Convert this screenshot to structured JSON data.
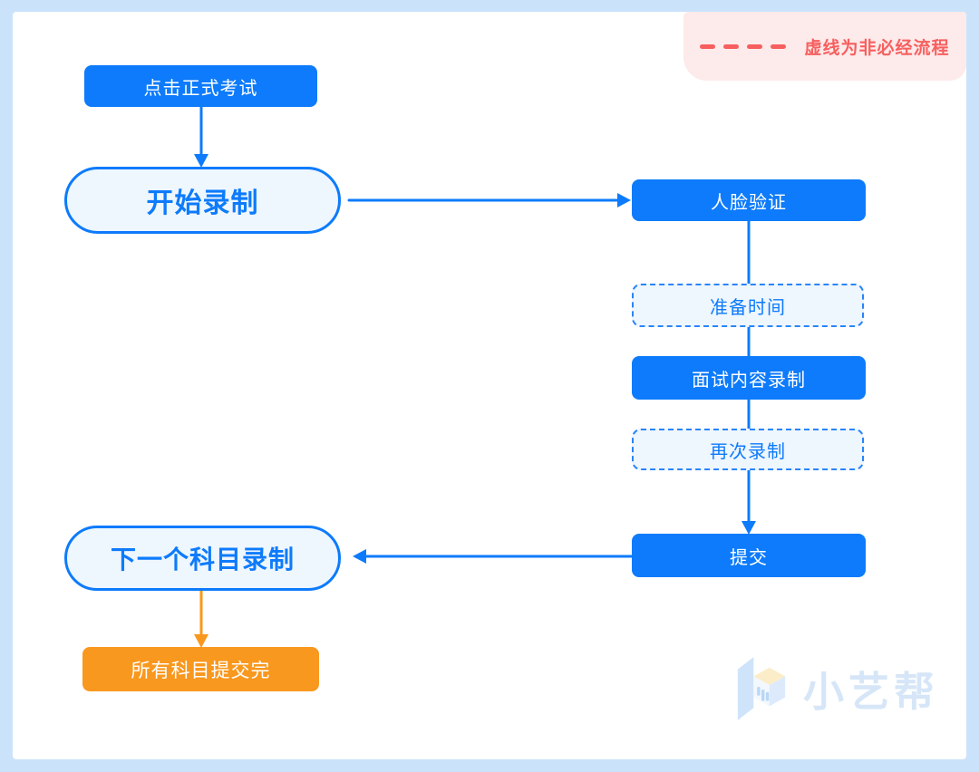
{
  "legend": {
    "label": "虚线为非必经流程",
    "dash_color": "#f75f5f",
    "bg_color": "#fdeaea"
  },
  "flow": {
    "nodes": [
      {
        "id": "click-formal-exam",
        "label": "点击正式考试",
        "style": "solid-blue"
      },
      {
        "id": "start-recording",
        "label": "开始录制",
        "style": "pill-outline"
      },
      {
        "id": "face-verification",
        "label": "人脸验证",
        "style": "solid-blue"
      },
      {
        "id": "preparation-time",
        "label": "准备时间",
        "style": "dashed-optional"
      },
      {
        "id": "interview-recording",
        "label": "面试内容录制",
        "style": "solid-blue"
      },
      {
        "id": "re-recording",
        "label": "再次录制",
        "style": "dashed-optional"
      },
      {
        "id": "submit",
        "label": "提交",
        "style": "solid-blue"
      },
      {
        "id": "next-subject-recording",
        "label": "下一个科目录制",
        "style": "pill-outline"
      },
      {
        "id": "all-subjects-submitted",
        "label": "所有科目提交完",
        "style": "solid-orange"
      }
    ],
    "edges": [
      {
        "from": "click-formal-exam",
        "to": "start-recording",
        "arrowhead": true,
        "color": "blue"
      },
      {
        "from": "start-recording",
        "to": "face-verification",
        "arrowhead": true,
        "color": "blue"
      },
      {
        "from": "face-verification",
        "to": "preparation-time",
        "arrowhead": false,
        "color": "blue"
      },
      {
        "from": "preparation-time",
        "to": "interview-recording",
        "arrowhead": false,
        "color": "blue"
      },
      {
        "from": "interview-recording",
        "to": "re-recording",
        "arrowhead": false,
        "color": "blue"
      },
      {
        "from": "re-recording",
        "to": "submit",
        "arrowhead": true,
        "color": "blue"
      },
      {
        "from": "submit",
        "to": "next-subject-recording",
        "arrowhead": true,
        "color": "blue"
      },
      {
        "from": "next-subject-recording",
        "to": "all-subjects-submitted",
        "arrowhead": true,
        "color": "orange"
      }
    ]
  },
  "watermark": {
    "brand": "小艺帮"
  },
  "colors": {
    "primary_blue": "#0d7bfb",
    "light_fill": "#eef6fe",
    "orange": "#f9981e",
    "legend_red": "#f75f5f",
    "legend_bg": "#fdeaea",
    "outer_bg": "#cbe3fa",
    "card_bg": "#ffffff",
    "watermark_text": "#d6e6f8",
    "cube_top": "#fcedc9"
  }
}
